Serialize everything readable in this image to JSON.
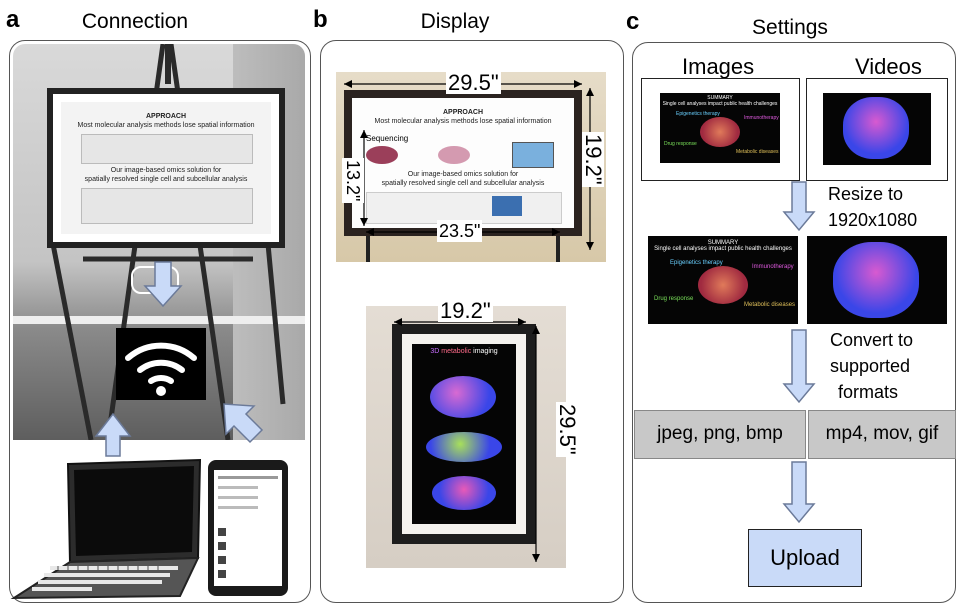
{
  "panels": {
    "a": {
      "letter": "a",
      "title": "Connection"
    },
    "b": {
      "letter": "b",
      "title": "Display"
    },
    "c": {
      "letter": "c",
      "title": "Settings"
    }
  },
  "display": {
    "landscape_width": "29.5\"",
    "landscape_height_outer": "19.2\"",
    "landscape_height_inner": "13.2\"",
    "landscape_width_inner": "23.5\"",
    "portrait_width": "19.2\"",
    "portrait_height": "29.5\"",
    "poster_heading": "APPROACH",
    "poster_line1": "Most molecular analysis methods lose spatial information",
    "poster_seq": "Sequencing",
    "poster_line2": "Our image-based omics solution for",
    "poster_line3": "spatially resolved single cell and subcellular analysis",
    "portrait_title_a": "3D",
    "portrait_title_b": "metabolic",
    "portrait_title_c": "imaging"
  },
  "settings": {
    "images_label": "Images",
    "videos_label": "Videos",
    "resize_line1": "Resize to",
    "resize_line2": "1920x1080",
    "convert_line1": "Convert to",
    "convert_line2": "supported",
    "convert_line3": "formats",
    "image_formats": "jpeg, png, bmp",
    "video_formats": "mp4, mov, gif",
    "upload_label": "Upload",
    "thumb_title": "SUMMARY",
    "thumb_subtitle": "Single cell analyses impact public health challenges",
    "thumb_epi": "Epigenetics therapy",
    "thumb_immuno": "Immunotherapy",
    "thumb_drug": "Drug response",
    "thumb_metabolic": "Metabolic diseases"
  },
  "colors": {
    "arrow_fill": "#c9daf8",
    "arrow_stroke": "#6b7a99",
    "format_box": "#c8c8c8",
    "upload_box": "#c9daf8"
  },
  "icons": {
    "wifi": "wifi-icon",
    "laptop": "laptop-icon",
    "tablet": "tablet-icon"
  }
}
